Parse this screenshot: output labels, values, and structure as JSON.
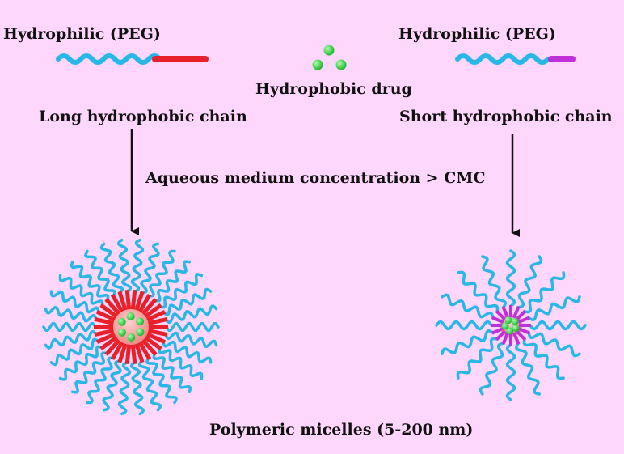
{
  "labels": {
    "left_hydrophilic": "Hydrophilic (PEG)",
    "right_hydrophilic": "Hydrophilic (PEG)",
    "hydrophobic_drug": "Hydrophobic drug",
    "long_chain": "Long hydrophobic chain",
    "short_chain": "Short hydrophobic chain",
    "medium_condition": "Aqueous medium  concentration > CMC",
    "micelle_size": "Polymeric micelles (5-200 nm)"
  },
  "colors": {
    "background": "#ffd6fc",
    "peg_chain": "#28b8e8",
    "long_hydrophobic_block": "#e8202a",
    "short_hydrophobic_block": "#c030d8",
    "drug": "#30d040",
    "micelle_core": "#f08a8a",
    "arrow": "#111111"
  },
  "micelles": {
    "large": {
      "arm_count": 30,
      "drug_count": 6
    },
    "small": {
      "arm_count": 16,
      "drug_count": 5
    }
  }
}
